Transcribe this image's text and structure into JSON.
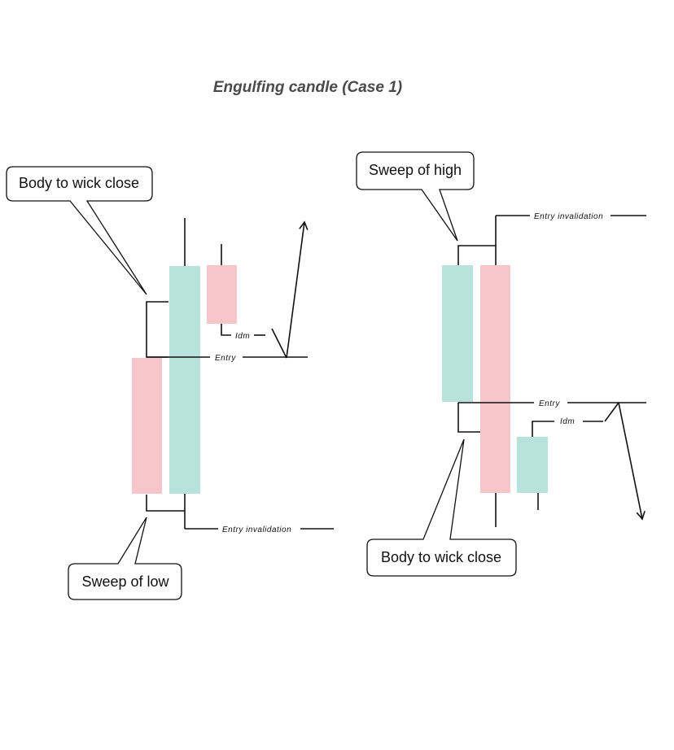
{
  "title": "Engulfing candle (Case 1)",
  "colors": {
    "bull": "#b8e3dc",
    "bear": "#f7c6cb",
    "line": "#111111"
  },
  "left": {
    "callout_top": "Body to wick close",
    "callout_bottom": "Sweep of low",
    "entry_label": "Entry",
    "idm_label": "Idm",
    "invalidation_label": "Entry invalidation"
  },
  "right": {
    "callout_top": "Sweep of high",
    "callout_bottom": "Body to wick close",
    "entry_label": "Entry",
    "idm_label": "Idm",
    "invalidation_label": "Entry invalidation"
  }
}
